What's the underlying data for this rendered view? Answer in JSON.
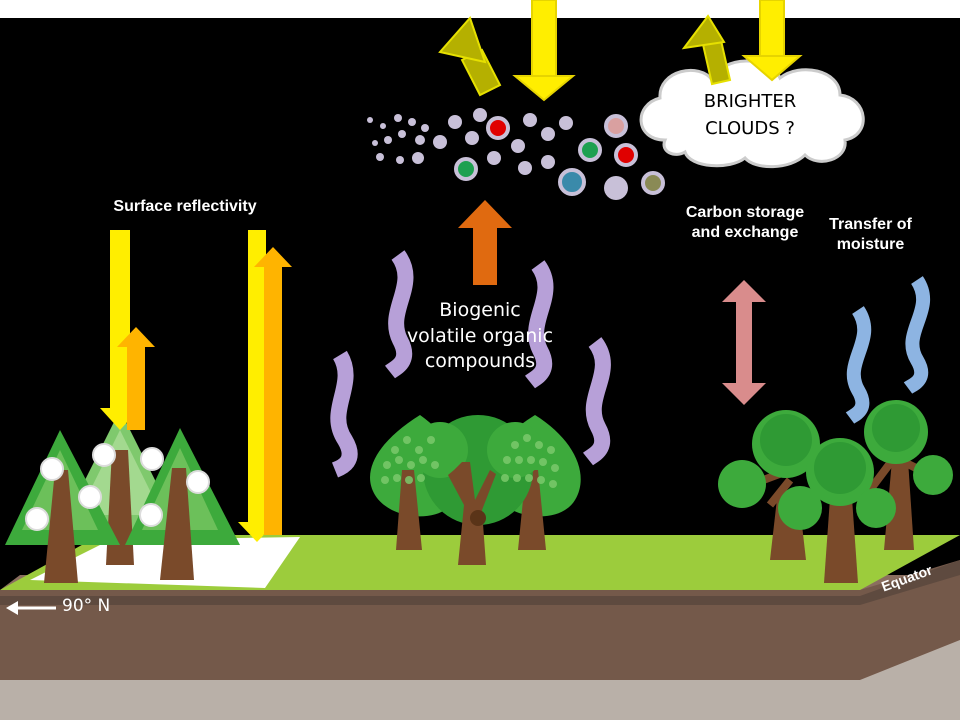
{
  "labels": {
    "surface_reflectivity": "Surface reflectivity",
    "bvoc": "Biogenic volatile organic compounds",
    "brighter_clouds": "BRIGHTER CLOUDS ?",
    "carbon": "Carbon storage and exchange",
    "moisture": "Transfer of moisture",
    "pole": "90° N",
    "equator": "Equator"
  },
  "colors": {
    "sky": "#000000",
    "ground_top": "#9ccc3c",
    "snow": "#ffffff",
    "soil_dark": "#5e4a3f",
    "soil_light": "#8a6e5f",
    "rock": "#b9b0a8",
    "sun_arrow": "#ffee00",
    "reflect_arrow": "#ffb400",
    "up_arrow": "#b5b000",
    "bvoc_arrow": "#e06a10",
    "wave": "#b7a0d8",
    "moisture": "#8db4e2",
    "carbon_arrow": "#d98c8c",
    "tree_green": "#3daa3c",
    "trunk": "#7a4a2a"
  }
}
